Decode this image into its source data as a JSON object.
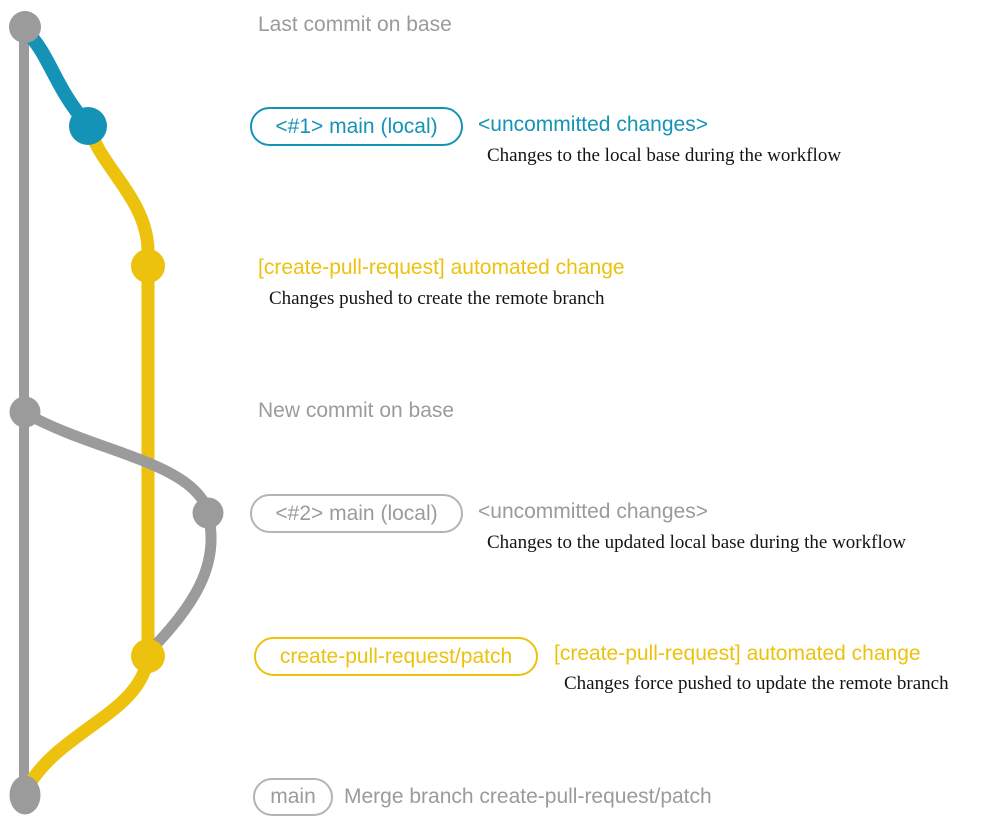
{
  "colors": {
    "gray": "#9b9b9b",
    "gray_border": "#b4b4b4",
    "teal": "#1593b7",
    "yellow": "#edc20e",
    "desc_text": "#141414"
  },
  "graph": {
    "branches": [
      {
        "name": "base",
        "color": "#9b9b9b"
      },
      {
        "name": "main-local",
        "color": "#1593b7"
      },
      {
        "name": "create-pull-request-patch",
        "color": "#edc20e"
      }
    ],
    "commits": [
      {
        "id": "last-commit-on-base",
        "color": "#9b9b9b"
      },
      {
        "id": "uncommitted-changes-1",
        "color": "#1593b7"
      },
      {
        "id": "automated-change-1",
        "color": "#edc20e"
      },
      {
        "id": "new-commit-on-base",
        "color": "#9b9b9b"
      },
      {
        "id": "uncommitted-changes-2",
        "color": "#9b9b9b"
      },
      {
        "id": "automated-change-2",
        "color": "#edc20e"
      },
      {
        "id": "merge-commit",
        "color": "#9b9b9b"
      }
    ]
  },
  "annotations": {
    "last_commit_label": "Last commit on base",
    "row1_badge": "<#1> main (local)",
    "row1_title": "<uncommitted changes>",
    "row1_desc": "Changes to the local base during the workflow",
    "row2_title": "[create-pull-request] automated change",
    "row2_desc": "Changes pushed to create the remote branch",
    "new_commit_label": "New commit on base",
    "row3_badge": "<#2> main (local)",
    "row3_title": "<uncommitted changes>",
    "row3_desc": "Changes to the updated local base during the workflow",
    "row4_badge": "create-pull-request/patch",
    "row4_title": "[create-pull-request] automated change",
    "row4_desc": "Changes force pushed to update the remote branch",
    "row5_badge": "main",
    "row5_title": "Merge branch create-pull-request/patch"
  }
}
